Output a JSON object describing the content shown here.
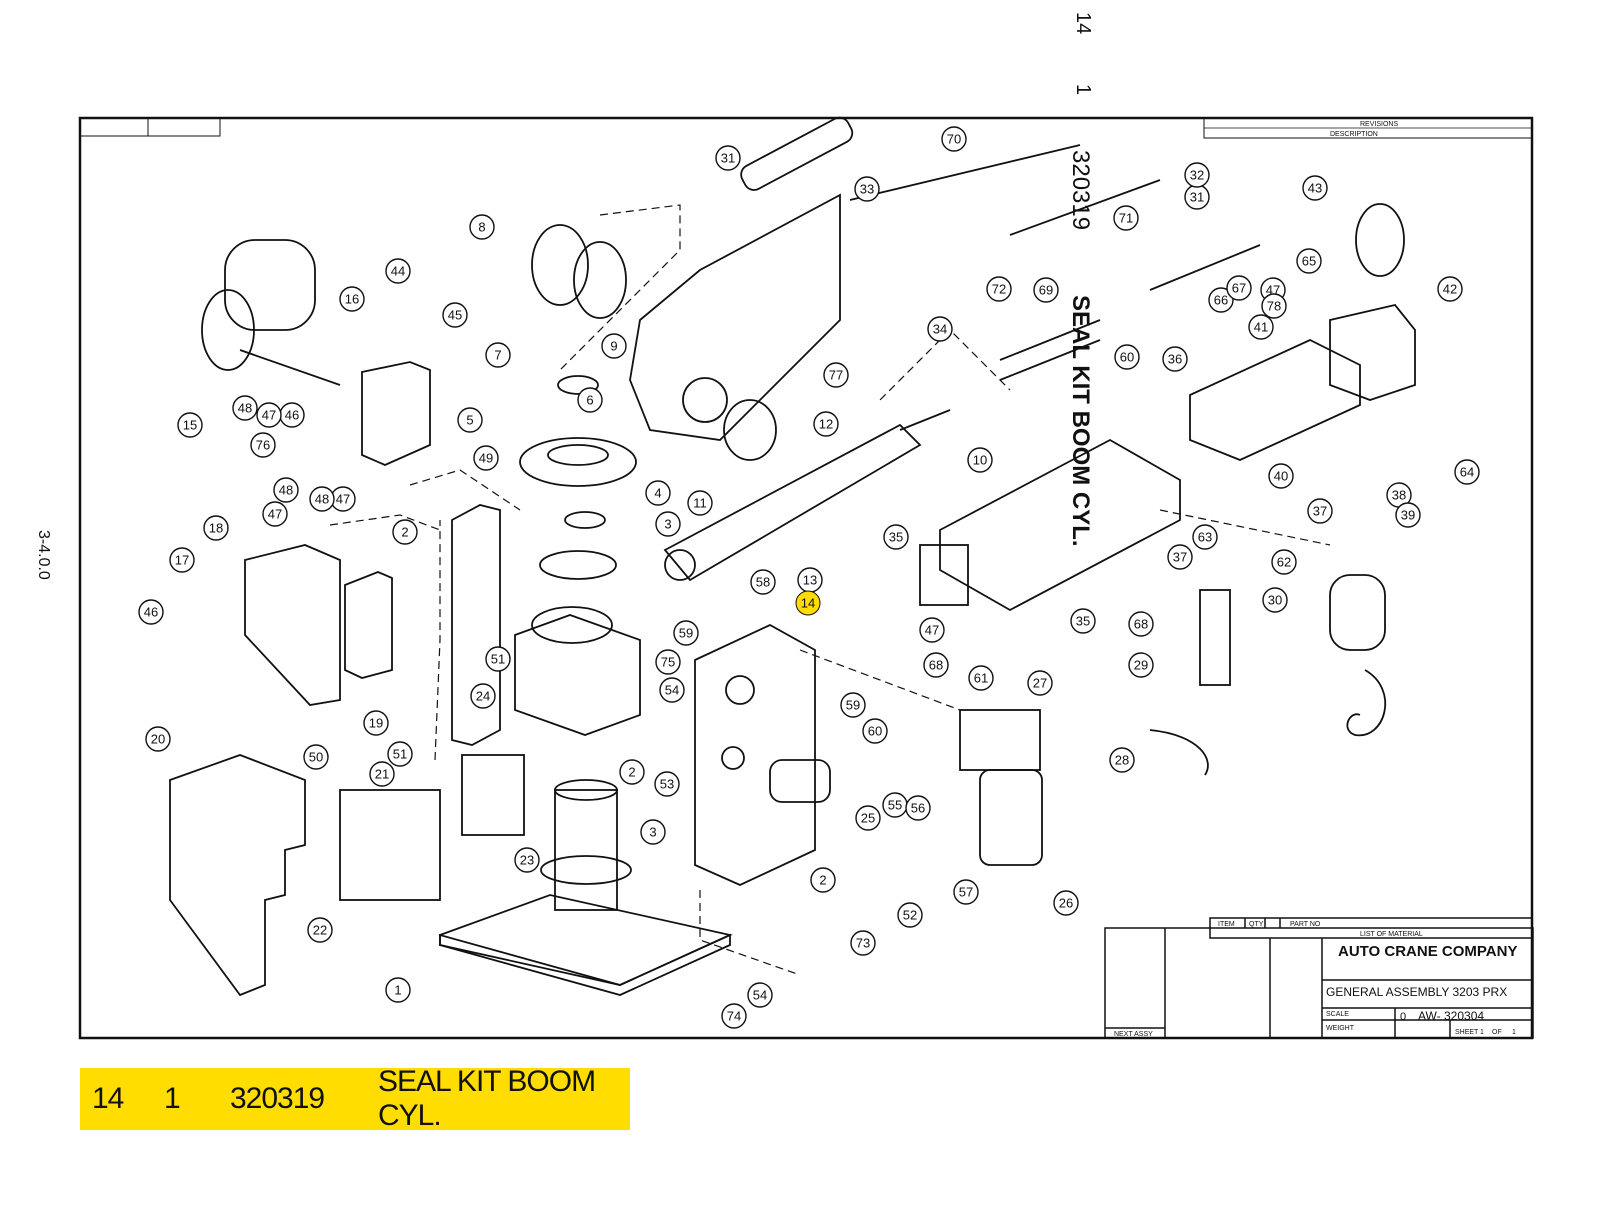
{
  "side_code": "3-4.0.0",
  "selected_part": {
    "item": "14",
    "qty": "1",
    "part_no": "320319",
    "description": "SEAL KIT BOOM CYL."
  },
  "title_block": {
    "company": "AUTO CRANE COMPANY",
    "title": "GENERAL ASSEMBLY 3203 PRX",
    "drawing_no": "AW- 320304",
    "rev": "0",
    "revisions_header": "REVISIONS",
    "description_header": "DESCRIPTION",
    "list_of_material": "LIST OF MATERIAL",
    "item_col": "ITEM",
    "qty_col": "QTY",
    "part_no_col": "PART NO",
    "next_assy": "NEXT ASSY",
    "scale": "SCALE",
    "weight": "WEIGHT",
    "sheet": "SHEET",
    "of": "OF",
    "sheet_no": "1",
    "sheet_total": "1"
  },
  "callouts": [
    {
      "n": "1"
    },
    {
      "n": "2"
    },
    {
      "n": "2"
    },
    {
      "n": "2"
    },
    {
      "n": "3"
    },
    {
      "n": "3"
    },
    {
      "n": "4"
    },
    {
      "n": "5"
    },
    {
      "n": "6"
    },
    {
      "n": "7"
    },
    {
      "n": "8"
    },
    {
      "n": "9"
    },
    {
      "n": "10"
    },
    {
      "n": "11"
    },
    {
      "n": "12"
    },
    {
      "n": "13"
    },
    {
      "n": "15"
    },
    {
      "n": "16"
    },
    {
      "n": "17"
    },
    {
      "n": "18"
    },
    {
      "n": "19"
    },
    {
      "n": "20"
    },
    {
      "n": "21"
    },
    {
      "n": "22"
    },
    {
      "n": "23"
    },
    {
      "n": "24"
    },
    {
      "n": "25"
    },
    {
      "n": "26"
    },
    {
      "n": "27"
    },
    {
      "n": "28"
    },
    {
      "n": "29"
    },
    {
      "n": "30"
    },
    {
      "n": "31"
    },
    {
      "n": "31"
    },
    {
      "n": "32"
    },
    {
      "n": "33"
    },
    {
      "n": "34"
    },
    {
      "n": "35"
    },
    {
      "n": "35"
    },
    {
      "n": "36"
    },
    {
      "n": "37"
    },
    {
      "n": "37"
    },
    {
      "n": "38"
    },
    {
      "n": "39"
    },
    {
      "n": "40"
    },
    {
      "n": "41"
    },
    {
      "n": "42"
    },
    {
      "n": "43"
    },
    {
      "n": "44"
    },
    {
      "n": "45"
    },
    {
      "n": "46"
    },
    {
      "n": "46"
    },
    {
      "n": "47"
    },
    {
      "n": "47"
    },
    {
      "n": "47"
    },
    {
      "n": "47"
    },
    {
      "n": "47"
    },
    {
      "n": "48"
    },
    {
      "n": "48"
    },
    {
      "n": "48"
    },
    {
      "n": "49"
    },
    {
      "n": "50"
    },
    {
      "n": "51"
    },
    {
      "n": "51"
    },
    {
      "n": "52"
    },
    {
      "n": "53"
    },
    {
      "n": "54"
    },
    {
      "n": "54"
    },
    {
      "n": "55"
    },
    {
      "n": "56"
    },
    {
      "n": "57"
    },
    {
      "n": "58"
    },
    {
      "n": "59"
    },
    {
      "n": "59"
    },
    {
      "n": "60"
    },
    {
      "n": "60"
    },
    {
      "n": "61"
    },
    {
      "n": "62"
    },
    {
      "n": "63"
    },
    {
      "n": "64"
    },
    {
      "n": "65"
    },
    {
      "n": "66"
    },
    {
      "n": "67"
    },
    {
      "n": "68"
    },
    {
      "n": "68"
    },
    {
      "n": "69"
    },
    {
      "n": "70"
    },
    {
      "n": "71"
    },
    {
      "n": "72"
    },
    {
      "n": "73"
    },
    {
      "n": "74"
    },
    {
      "n": "75"
    },
    {
      "n": "76"
    },
    {
      "n": "77"
    },
    {
      "n": "78"
    }
  ],
  "highlight_callout": {
    "n": "14"
  },
  "colors": {
    "highlight": "#ffdd00",
    "ink": "#111111",
    "paper": "#ffffff"
  }
}
